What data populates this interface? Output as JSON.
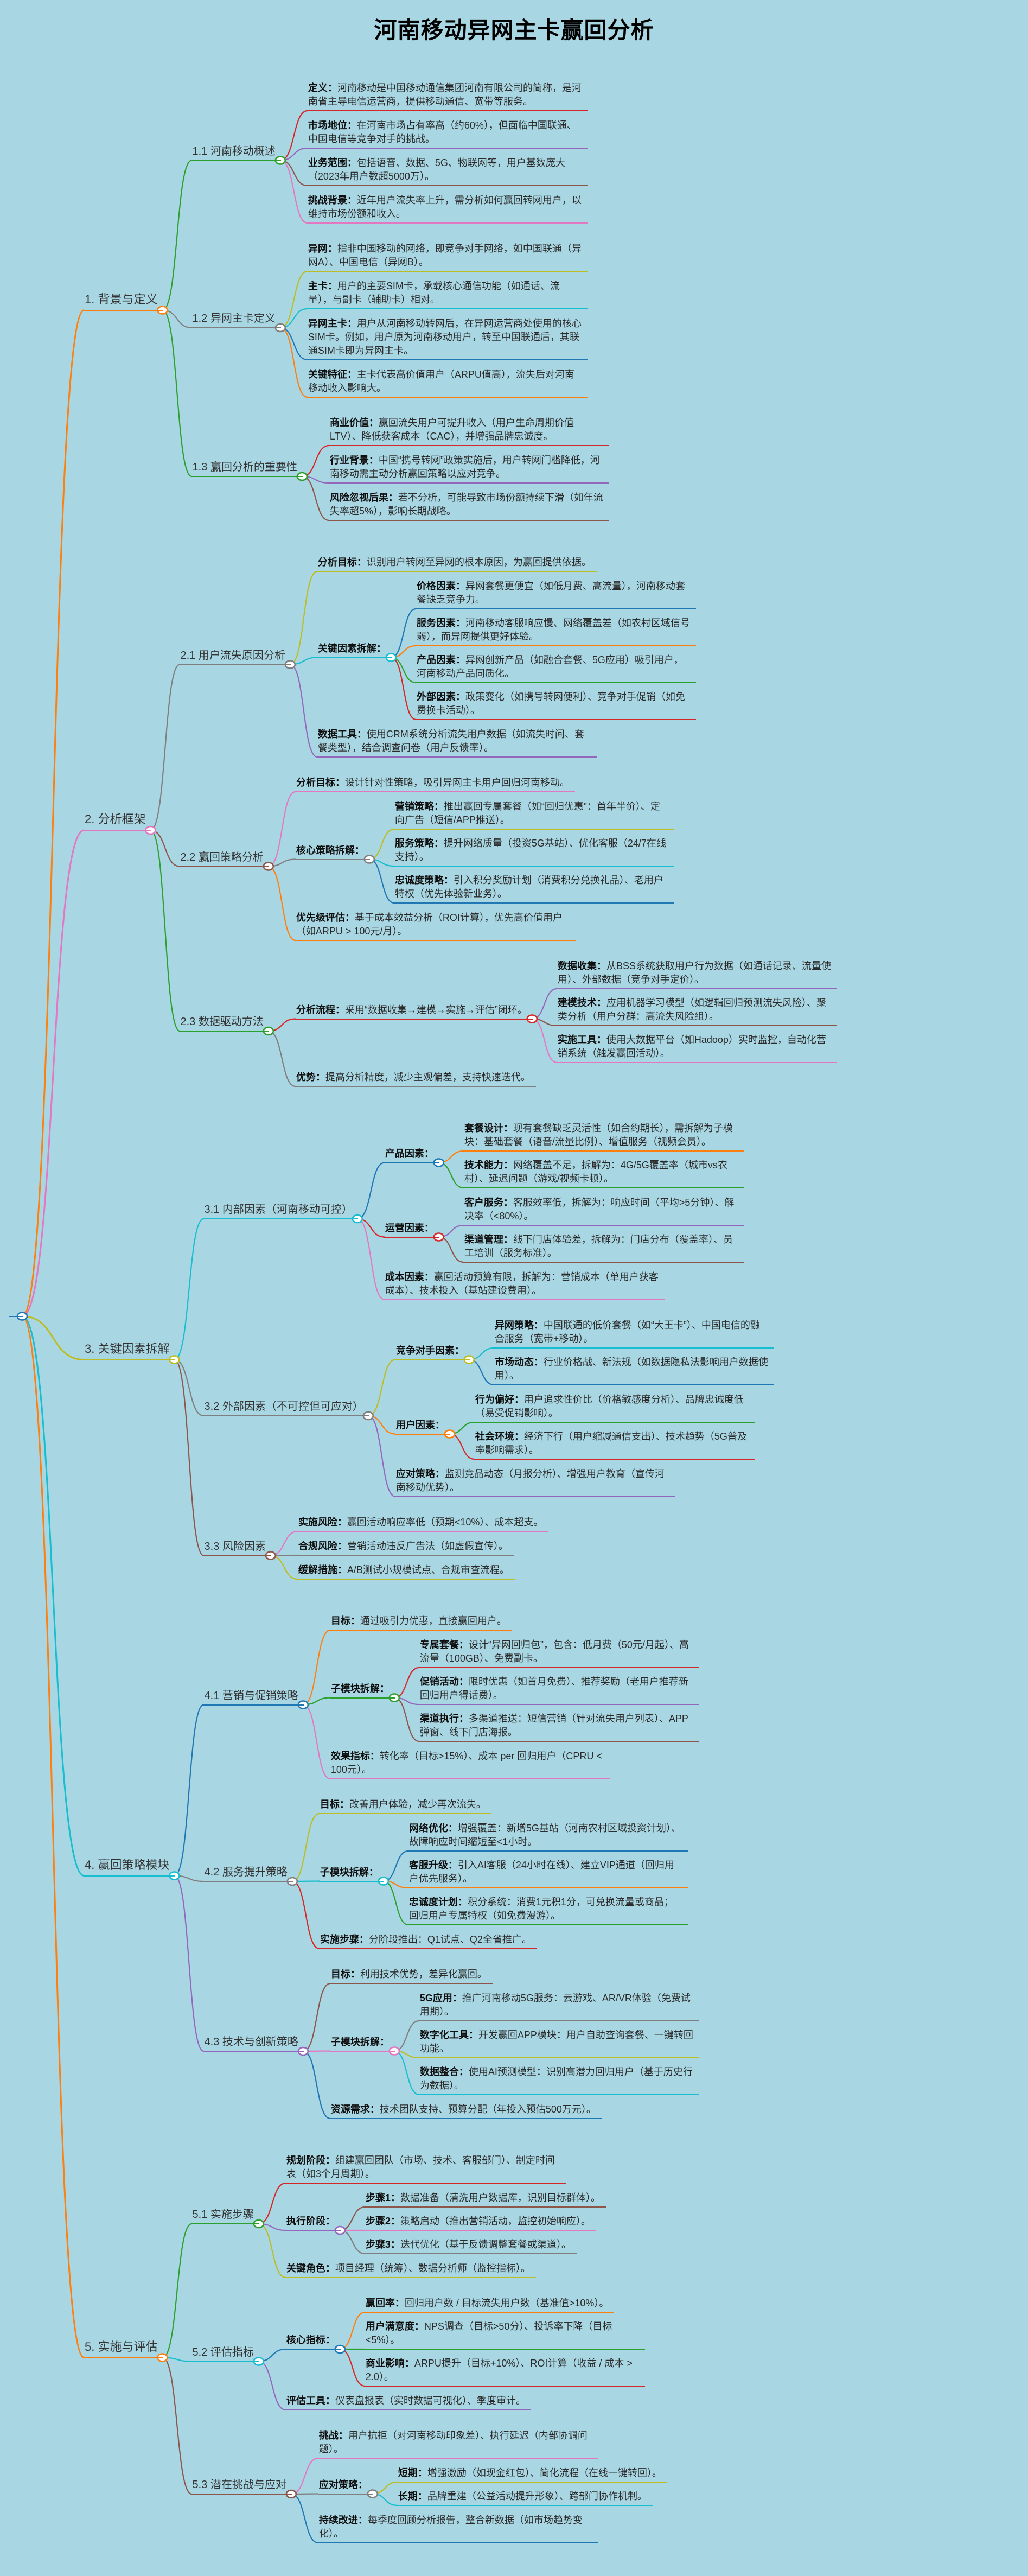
{
  "title": "河南移动异网主卡赢回分析",
  "colors": {
    "background": "#a9d6e3",
    "text": "#2b2b2b",
    "node_fill": "#ffffff",
    "palette": [
      "#1f77b4",
      "#ff7f0e",
      "#2ca02c",
      "#d62728",
      "#9467bd",
      "#8c564b",
      "#e377c2",
      "#7f7f7f",
      "#bcbd22",
      "#17becf"
    ]
  },
  "tree": {
    "t": "",
    "c": [
      {
        "t": "1. 背景与定义",
        "c": [
          {
            "t": "1.1 河南移动概述",
            "c": [
              {
                "t": "定义：河南移动是中国移动通信集团河南有限公司的简称，是河南省主导电信运营商，提供移动通信、宽带等服务。"
              },
              {
                "t": "市场地位：在河南市场占有率高（约60%），但面临中国联通、中国电信等竞争对手的挑战。"
              },
              {
                "t": "业务范围：包括语音、数据、5G、物联网等，用户基数庞大（2023年用户数超5000万）。"
              },
              {
                "t": "挑战背景：近年用户流失率上升，需分析如何赢回转网用户，以维持市场份额和收入。"
              }
            ]
          },
          {
            "t": "1.2 异网主卡定义",
            "c": [
              {
                "t": "异网：指非中国移动的网络，即竞争对手网络，如中国联通（异网A）、中国电信（异网B）。"
              },
              {
                "t": "主卡：用户的主要SIM卡，承载核心通信功能（如通话、流量），与副卡（辅助卡）相对。"
              },
              {
                "t": "异网主卡：用户从河南移动转网后，在异网运营商处使用的核心SIM卡。例如，用户原为河南移动用户，转至中国联通后，其联通SIM卡即为异网主卡。"
              },
              {
                "t": "关键特征：主卡代表高价值用户（ARPU值高），流失后对河南移动收入影响大。"
              }
            ]
          },
          {
            "t": "1.3 赢回分析的重要性",
            "c": [
              {
                "t": "商业价值：赢回流失用户可提升收入（用户生命周期价值LTV）、降低获客成本（CAC），并增强品牌忠诚度。"
              },
              {
                "t": "行业背景：中国“携号转网”政策实施后，用户转网门槛降低，河南移动需主动分析赢回策略以应对竞争。"
              },
              {
                "t": "风险忽视后果：若不分析，可能导致市场份额持续下滑（如年流失率超5%），影响长期战略。"
              }
            ]
          }
        ]
      },
      {
        "t": "2. 分析框架",
        "c": [
          {
            "t": "2.1 用户流失原因分析",
            "c": [
              {
                "t": "分析目标：识别用户转网至异网的根本原因，为赢回提供依据。"
              },
              {
                "t": "关键因素拆解：",
                "c": [
                  {
                    "t": "价格因素：异网套餐更便宜（如低月费、高流量），河南移动套餐缺乏竞争力。"
                  },
                  {
                    "t": "服务因素：河南移动客服响应慢、网络覆盖差（如农村区域信号弱），而异网提供更好体验。"
                  },
                  {
                    "t": "产品因素：异网创新产品（如融合套餐、5G应用）吸引用户，河南移动产品同质化。"
                  },
                  {
                    "t": "外部因素：政策变化（如携号转网便利）、竞争对手促销（如免费换卡活动）。"
                  }
                ]
              },
              {
                "t": "数据工具：使用CRM系统分析流失用户数据（如流失时间、套餐类型），结合调查问卷（用户反馈率）。"
              }
            ]
          },
          {
            "t": "2.2 赢回策略分析",
            "c": [
              {
                "t": "分析目标：设计针对性策略，吸引异网主卡用户回归河南移动。"
              },
              {
                "t": "核心策略拆解：",
                "c": [
                  {
                    "t": "营销策略：推出赢回专属套餐（如“回归优惠”：首年半价）、定向广告（短信/APP推送）。"
                  },
                  {
                    "t": "服务策略：提升网络质量（投资5G基站）、优化客服（24/7在线支持）。"
                  },
                  {
                    "t": "忠诚度策略：引入积分奖励计划（消费积分兑换礼品）、老用户特权（优先体验新业务）。"
                  }
                ]
              },
              {
                "t": "优先级评估：基于成本效益分析（ROI计算），优先高价值用户（如ARPU > 100元/月）。"
              }
            ]
          },
          {
            "t": "2.3 数据驱动方法",
            "c": [
              {
                "t": "分析流程：采用“数据收集→建模→实施→评估”闭环。",
                "c": [
                  {
                    "t": "数据收集：从BSS系统获取用户行为数据（如通话记录、流量使用）、外部数据（竞争对手定价）。"
                  },
                  {
                    "t": "建模技术：应用机器学习模型（如逻辑回归预测流失风险）、聚类分析（用户分群：高流失风险组）。"
                  },
                  {
                    "t": "实施工具：使用大数据平台（如Hadoop）实时监控，自动化营销系统（触发赢回活动）。"
                  }
                ]
              },
              {
                "t": "优势：提高分析精度，减少主观偏差，支持快速迭代。"
              }
            ]
          }
        ]
      },
      {
        "t": "3. 关键因素拆解",
        "c": [
          {
            "t": "3.1 内部因素（河南移动可控）",
            "c": [
              {
                "t": "产品因素：",
                "c": [
                  {
                    "t": "套餐设计：现有套餐缺乏灵活性（如合约期长），需拆解为子模块：基础套餐（语音/流量比例）、增值服务（视频会员）。"
                  },
                  {
                    "t": "技术能力：网络覆盖不足，拆解为：4G/5G覆盖率（城市vs农村）、延迟问题（游戏/视频卡顿）。"
                  }
                ]
              },
              {
                "t": "运营因素：",
                "c": [
                  {
                    "t": "客户服务：客服效率低，拆解为：响应时间（平均>5分钟）、解决率（<80%）。"
                  },
                  {
                    "t": "渠道管理：线下门店体验差，拆解为：门店分布（覆盖率）、员工培训（服务标准）。"
                  }
                ]
              },
              {
                "t": "成本因素：赢回活动预算有限，拆解为：营销成本（单用户获客成本）、技术投入（基站建设费用）。"
              }
            ]
          },
          {
            "t": "3.2 外部因素（不可控但可应对）",
            "c": [
              {
                "t": "竞争对手因素：",
                "c": [
                  {
                    "t": "异网策略：中国联通的低价套餐（如“大王卡”）、中国电信的融合服务（宽带+移动）。"
                  },
                  {
                    "t": "市场动态：行业价格战、新法规（如数据隐私法影响用户数据使用）。"
                  }
                ]
              },
              {
                "t": "用户因素：",
                "c": [
                  {
                    "t": "行为偏好：用户追求性价比（价格敏感度分析）、品牌忠诚度低（易受促销影响）。"
                  },
                  {
                    "t": "社会环境：经济下行（用户缩减通信支出）、技术趋势（5G普及率影响需求）。"
                  }
                ]
              },
              {
                "t": "应对策略：监测竞品动态（月报分析）、增强用户教育（宣传河南移动优势）。"
              }
            ]
          },
          {
            "t": "3.3 风险因素",
            "c": [
              {
                "t": "实施风险：赢回活动响应率低（预期<10%）、成本超支。"
              },
              {
                "t": "合规风险：营销活动违反广告法（如虚假宣传）。"
              },
              {
                "t": "缓解措施：A/B测试小规模试点、合规审查流程。"
              }
            ]
          }
        ]
      },
      {
        "t": "4. 赢回策略模块",
        "c": [
          {
            "t": "4.1 营销与促销策略",
            "c": [
              {
                "t": "目标：通过吸引力优惠，直接赢回用户。"
              },
              {
                "t": "子模块拆解：",
                "c": [
                  {
                    "t": "专属套餐：设计“异网回归包”，包含：低月费（50元/月起）、高流量（100GB）、免费副卡。"
                  },
                  {
                    "t": "促销活动：限时优惠（如首月免费）、推荐奖励（老用户推荐新回归用户得话费）。"
                  },
                  {
                    "t": "渠道执行：多渠道推送：短信营销（针对流失用户列表）、APP弹窗、线下门店海报。"
                  }
                ]
              },
              {
                "t": "效果指标：转化率（目标>15%）、成本 per 回归用户（CPRU < 100元）。"
              }
            ]
          },
          {
            "t": "4.2 服务提升策略",
            "c": [
              {
                "t": "目标：改善用户体验，减少再次流失。"
              },
              {
                "t": "子模块拆解：",
                "c": [
                  {
                    "t": "网络优化：增强覆盖：新增5G基站（河南农村区域投资计划）、故障响应时间缩短至<1小时。"
                  },
                  {
                    "t": "客服升级：引入AI客服（24小时在线）、建立VIP通道（回归用户优先服务）。"
                  },
                  {
                    "t": "忠诚度计划：积分系统：消费1元积1分，可兑换流量或商品；回归用户专属特权（如免费漫游）。"
                  }
                ]
              },
              {
                "t": "实施步骤：分阶段推出：Q1试点、Q2全省推广。"
              }
            ]
          },
          {
            "t": "4.3 技术与创新策略",
            "c": [
              {
                "t": "目标：利用技术优势，差异化赢回。"
              },
              {
                "t": "子模块拆解：",
                "c": [
                  {
                    "t": "5G应用：推广河南移动5G服务：云游戏、AR/VR体验（免费试用期）。"
                  },
                  {
                    "t": "数字化工具：开发赢回APP模块：用户自助查询套餐、一键转回功能。"
                  },
                  {
                    "t": "数据整合：使用AI预测模型：识别高潜力回归用户（基于历史行为数据）。"
                  }
                ]
              },
              {
                "t": "资源需求：技术团队支持、预算分配（年投入预估500万元）。"
              }
            ]
          }
        ]
      },
      {
        "t": "5. 实施与评估",
        "c": [
          {
            "t": "5.1 实施步骤",
            "c": [
              {
                "t": "规划阶段：组建赢回团队（市场、技术、客服部门）、制定时间表（如3个月周期）。"
              },
              {
                "t": "执行阶段：",
                "c": [
                  {
                    "t": "步骤1：数据准备（清洗用户数据库，识别目标群体）。"
                  },
                  {
                    "t": "步骤2：策略启动（推出营销活动，监控初始响应）。"
                  },
                  {
                    "t": "步骤3：迭代优化（基于反馈调整套餐或渠道）。"
                  }
                ]
              },
              {
                "t": "关键角色：项目经理（统筹）、数据分析师（监控指标）。"
              }
            ]
          },
          {
            "t": "5.2 评估指标",
            "c": [
              {
                "t": "核心指标：",
                "c": [
                  {
                    "t": "赢回率：回归用户数 / 目标流失用户数（基准值>10%）。"
                  },
                  {
                    "t": "用户满意度：NPS调查（目标>50分）、投诉率下降（目标<5%）。"
                  },
                  {
                    "t": "商业影响：ARPU提升（目标+10%）、ROI计算（收益 / 成本 > 2.0）。"
                  }
                ]
              },
              {
                "t": "评估工具：仪表盘报表（实时数据可视化）、季度审计。"
              }
            ]
          },
          {
            "t": "5.3 潜在挑战与应对",
            "c": [
              {
                "t": "挑战：用户抗拒（对河南移动印象差）、执行延迟（内部协调问题）。"
              },
              {
                "t": "应对策略：",
                "c": [
                  {
                    "t": "短期：增强激励（如现金红包）、简化流程（在线一键转回）。"
                  },
                  {
                    "t": "长期：品牌重建（公益活动提升形象）、跨部门协作机制。"
                  }
                ]
              },
              {
                "t": "持续改进：每季度回顾分析报告，整合新数据（如市场趋势变化）。"
              }
            ]
          }
        ]
      }
    ]
  }
}
